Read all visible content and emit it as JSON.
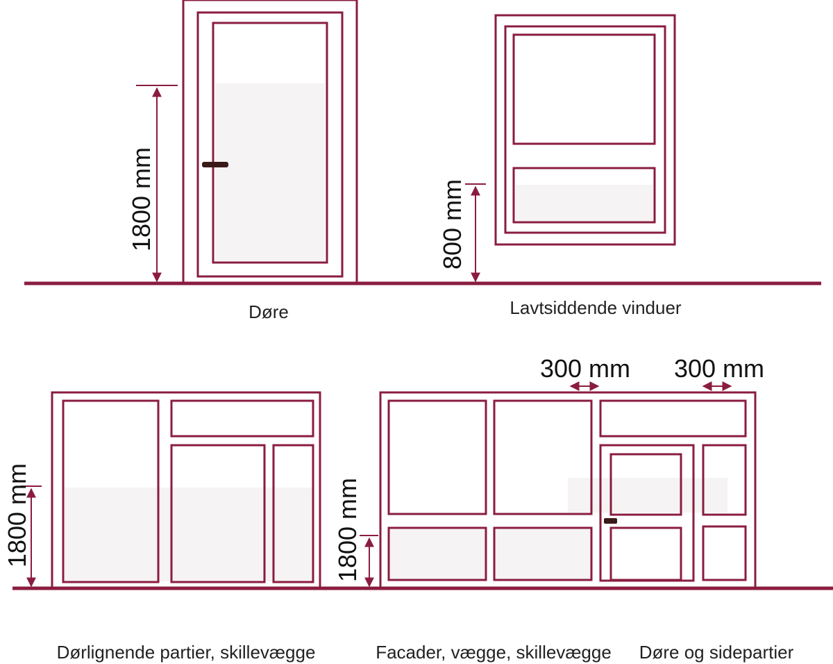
{
  "colors": {
    "frame": "#8a1c3f",
    "glass": "#f5f3f3",
    "handle": "#3a1a18",
    "text": "#111111"
  },
  "diagrams": {
    "doors": {
      "caption": "Døre",
      "dimension": "1800 mm"
    },
    "low_windows": {
      "caption": "Lavtsiddende vinduer",
      "dimension": "800 mm"
    },
    "door_partitions": {
      "caption": "Dørlignende partier, skillevægge",
      "dimension": "1800 mm"
    },
    "facades": {
      "caption": "Facader, vægge, skillevægge",
      "dimension": "1800 mm",
      "width_a": "300 mm",
      "width_b": "300 mm"
    },
    "doors_side": {
      "caption": "Døre og sidepartier"
    }
  }
}
